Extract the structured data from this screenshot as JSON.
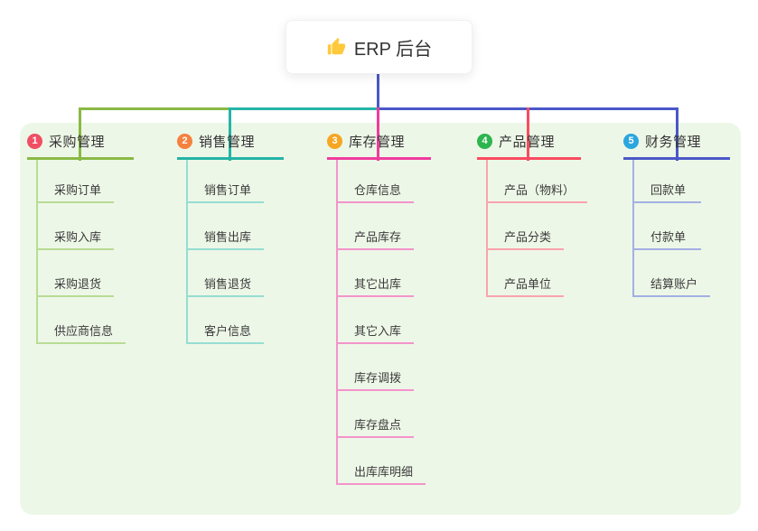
{
  "root": {
    "title": "ERP 后台",
    "icon": "thumbs-up-icon"
  },
  "colors": {
    "root_line": "#4a58c8",
    "panel_bg": "#edf7e7",
    "icon_yellow": "#ffc93c"
  },
  "branches": [
    {
      "badge": "1",
      "title": "采购管理",
      "color": "#8ab944",
      "light_color": "#b8dc94",
      "badge_color": "#f04f63",
      "children": [
        "采购订单",
        "采购入库",
        "采购退货",
        "供应商信息"
      ]
    },
    {
      "badge": "2",
      "title": "销售管理",
      "color": "#24b4a7",
      "light_color": "#96ddd2",
      "badge_color": "#f5813e",
      "children": [
        "销售订单",
        "销售出库",
        "销售退货",
        "客户信息"
      ]
    },
    {
      "badge": "3",
      "title": "库存管理",
      "color": "#ef3c9d",
      "light_color": "#f394cb",
      "badge_color": "#f6a623",
      "children": [
        "仓库信息",
        "产品库存",
        "其它出库",
        "其它入库",
        "库存调拨",
        "库存盘点",
        "出库库明细"
      ]
    },
    {
      "badge": "4",
      "title": "产品管理",
      "color": "#fa4b61",
      "light_color": "#fba3ad",
      "badge_color": "#2db54e",
      "children": [
        "产品（物料）",
        "产品分类",
        "产品单位"
      ]
    },
    {
      "badge": "5",
      "title": "财务管理",
      "color": "#4a58c8",
      "light_color": "#a3b0e3",
      "badge_color": "#2ba6df",
      "children": [
        "回款单",
        "付款单",
        "结算账户"
      ]
    }
  ]
}
